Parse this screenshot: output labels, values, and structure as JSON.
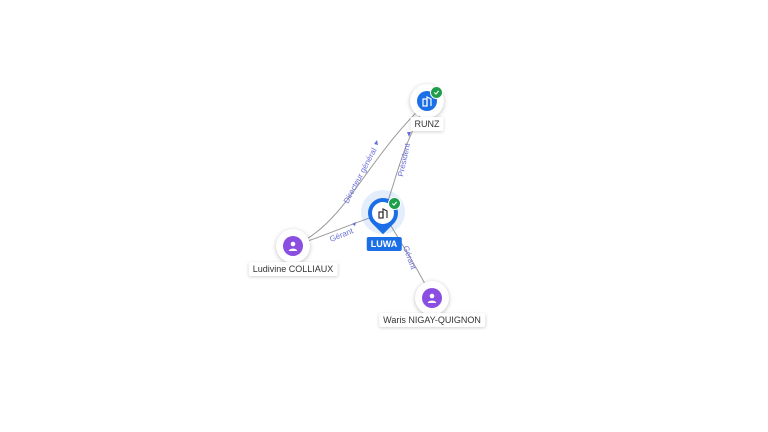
{
  "nodes": {
    "luwa": {
      "label": "LUWA",
      "type": "company",
      "verified": true,
      "icon": "building-icon"
    },
    "runz": {
      "label": "RUNZ",
      "type": "company",
      "verified": true,
      "icon": "building-icon"
    },
    "ludivine": {
      "label": "Ludivine COLLIAUX",
      "type": "person",
      "icon": "person-icon"
    },
    "waris": {
      "label": "Waris NIGAY-QUIGNON",
      "type": "person",
      "icon": "person-icon"
    }
  },
  "edges": {
    "luwa_runz": {
      "label": "Président"
    },
    "ludivine_runz": {
      "label": "Directeur général"
    },
    "ludivine_luwa": {
      "label": "Gérant"
    },
    "waris_luwa": {
      "label": "Gérant"
    }
  },
  "colors": {
    "company": "#1a6fe6",
    "person": "#8a4fe0",
    "verified": "#1e9e4a",
    "edge_label": "#6a6fd6"
  }
}
